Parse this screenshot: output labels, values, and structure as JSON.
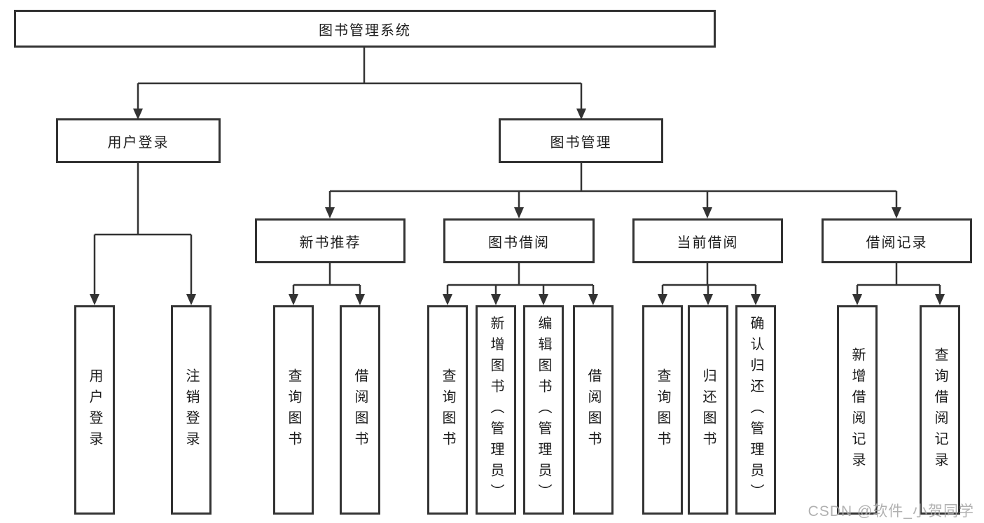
{
  "diagram_title": "图书管理系统",
  "nodes": {
    "root": {
      "label": "图书管理系统"
    },
    "level2": [
      {
        "label": "用户登录"
      },
      {
        "label": "图书管理"
      }
    ],
    "level3": [
      {
        "label": "新书推荐"
      },
      {
        "label": "图书借阅"
      },
      {
        "label": "当前借阅"
      },
      {
        "label": "借阅记录"
      }
    ],
    "leaves": {
      "user_login": [
        {
          "label": "用户登录"
        },
        {
          "label": "注销登录"
        }
      ],
      "new_book": [
        {
          "label": "查询图书"
        },
        {
          "label": "借阅图书"
        }
      ],
      "book_borrow": [
        {
          "label": "查询图书"
        },
        {
          "label": "新增图书（管理员）"
        },
        {
          "label": "编辑图书（管理员）"
        },
        {
          "label": "借阅图书"
        }
      ],
      "current_borrow": [
        {
          "label": "查询图书"
        },
        {
          "label": "归还图书"
        },
        {
          "label": "确认归还（管理员）"
        }
      ],
      "borrow_records": [
        {
          "label": "新增借阅记录"
        },
        {
          "label": "查询借阅记录"
        }
      ]
    }
  },
  "watermark": "CSDN @软件_小贺同学",
  "colors": {
    "line": "#333333",
    "text": "#1d1d1d",
    "watermark": "#a9a9a9",
    "background": "#ffffff"
  }
}
